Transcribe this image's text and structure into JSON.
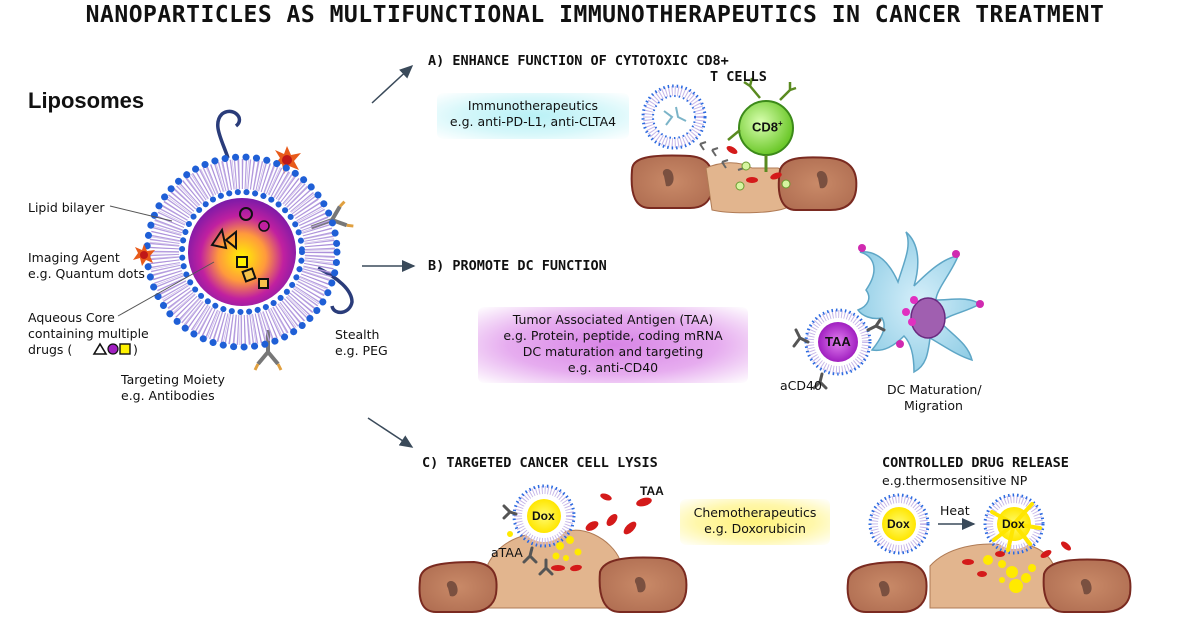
{
  "title": "NANOPARTICLES AS MULTIFUNCTIONAL IMMUNOTHERAPEUTICS IN CANCER TREATMENT",
  "liposome": {
    "heading": "Liposomes",
    "labels": {
      "lipid_bilayer": "Lipid bilayer",
      "imaging_agent_1": "Imaging Agent",
      "imaging_agent_2": "e.g. Quantum dots",
      "aqueous_core_1": "Aqueous Core",
      "aqueous_core_2": "containing multiple",
      "aqueous_core_3": "drugs (",
      "aqueous_core_4": ")",
      "targeting_1": "Targeting Moiety",
      "targeting_2": "e.g. Antibodies",
      "stealth_1": "Stealth",
      "stealth_2": "e.g. PEG"
    }
  },
  "section_a": {
    "title_1": "A) ENHANCE FUNCTION OF CYTOTOXIC CD8+",
    "title_2": "T CELLS",
    "box_line1": "Immunotherapeutics",
    "box_line2": "e.g. anti-PD-L1, anti-CLTA4",
    "cell_label": "CD8",
    "cell_sup": "+"
  },
  "section_b": {
    "title": "B) PROMOTE DC FUNCTION",
    "box_line1": "Tumor Associated Antigen (TAA)",
    "box_line2": "e.g. Protein, peptide, coding mRNA",
    "box_line3": "DC maturation and targeting",
    "box_line4": "e.g. anti-CD40",
    "particle_label": "TAA",
    "antibody_label": "aCD40",
    "dc_label_1": "DC Maturation/",
    "dc_label_2": "Migration"
  },
  "section_c": {
    "title": "C) TARGETED CANCER CELL LYSIS",
    "particle_label": "Dox",
    "antibody_label": "aTAA",
    "antigen_label": "TAA",
    "box_line1": "Chemotherapeutics",
    "box_line2": "e.g. Doxorubicin"
  },
  "section_d": {
    "title": "CONTROLLED DRUG RELEASE",
    "subtitle": "e.g.thermosensitive NP",
    "particle_label_before": "Dox",
    "particle_label_after": "Dox",
    "arrow_label": "Heat"
  },
  "colors": {
    "arrow": "#3a4a5a",
    "bilayer_head": "#1f5fd6",
    "lipid_tail": "#9e7fd0",
    "core_purple": "#9b1fb4",
    "core_yellow": "#fff200",
    "cancer_cell": "#c48a6a",
    "cancer_cell_outline": "#7a2a20",
    "tissue": "#e2b58e",
    "cd8_green": "#8be04a",
    "dc_blue": "#a6d8ea",
    "dox_red": "#e0202a"
  }
}
